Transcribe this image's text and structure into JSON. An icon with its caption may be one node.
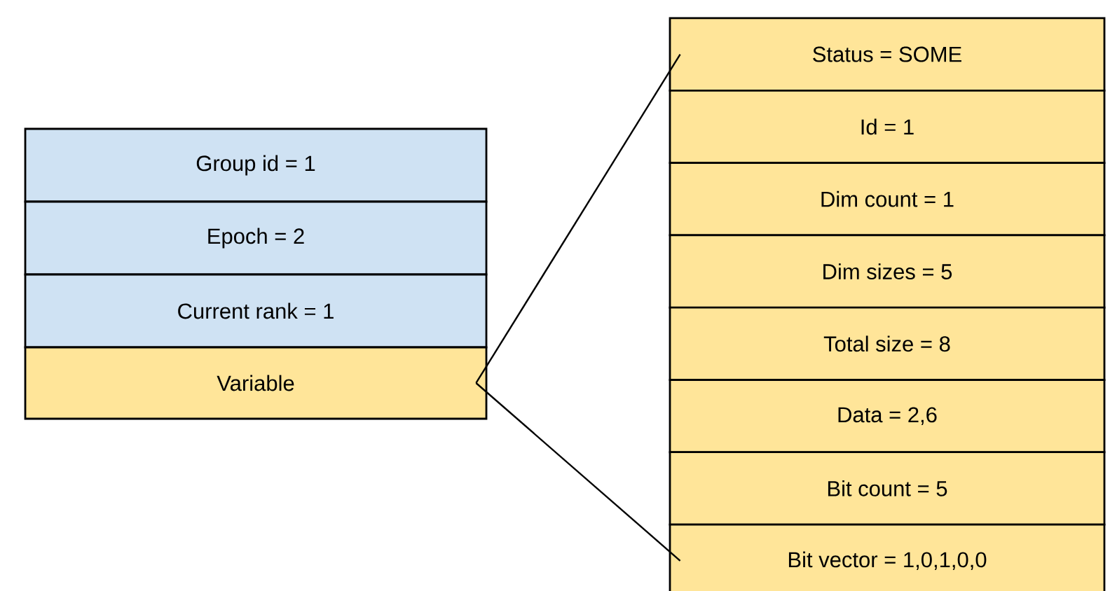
{
  "diagram": {
    "nodes": [
      {
        "text": [
          "Group id = 1"
        ]
      },
      {
        "text": [
          "Epoch = 2"
        ]
      },
      {
        "text": [
          "Current rank = 1"
        ]
      },
      {
        "text": [
          "Variable"
        ]
      },
      {
        "text": [
          "Status = SOME"
        ]
      },
      {
        "text": [
          "Id = 1"
        ]
      },
      {
        "text": [
          "Dim count = 1"
        ]
      },
      {
        "text": [
          "Dim sizes = 5"
        ]
      },
      {
        "text": [
          "Total size = 8"
        ]
      },
      {
        "text": [
          "Data = 2,6"
        ]
      },
      {
        "text": [
          "Bit count = 5"
        ]
      },
      {
        "text": [
          "Bit vector = 1,0,1,0,0"
        ]
      }
    ],
    "edges": [
      {
        "from": 3,
        "to": 4,
        "arrow": "none"
      },
      {
        "from": 3,
        "to": 11,
        "arrow": "none"
      }
    ]
  }
}
